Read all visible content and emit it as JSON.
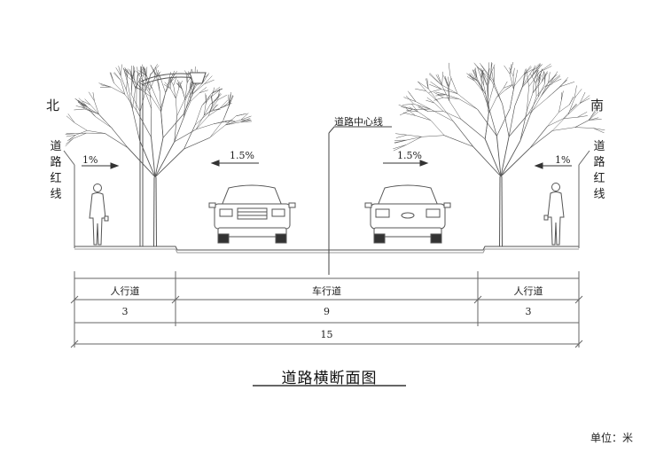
{
  "labels": {
    "north": "北",
    "south": "南",
    "red_line_left": "道路红线",
    "red_line_right": "道路红线",
    "slope_left_sidewalk": "1%",
    "slope_left_lane": "1.5%",
    "slope_right_lane": "1.5%",
    "slope_right_sidewalk": "1%",
    "centerline": "道路中心线"
  },
  "dimensions": {
    "segments": [
      {
        "name": "人行道",
        "width": "3"
      },
      {
        "name": "车行道",
        "width": "9"
      },
      {
        "name": "人行道",
        "width": "3"
      }
    ],
    "total": "15"
  },
  "title": "道路横断面图",
  "unit_label": "单位：米"
}
